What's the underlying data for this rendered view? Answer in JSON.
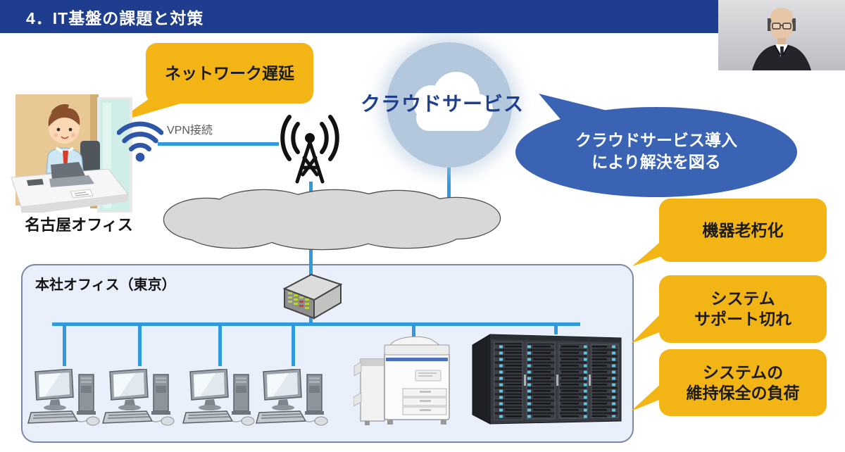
{
  "header": {
    "title": "4．IT基盤の課題と対策"
  },
  "webcam": {
    "description": "presenter video feed"
  },
  "nagoya_office": {
    "label": "名古屋オフィス",
    "issue_callout": "ネットワーク遅延",
    "vpn_label": "VPN接続"
  },
  "cloud": {
    "service_label": "クラウドサービス",
    "solution": {
      "line1": "クラウドサービス導入",
      "line2": "により解決を図る"
    }
  },
  "head_office": {
    "label": "本社オフィス（東京）"
  },
  "issues": [
    {
      "line1": "機器老朽化",
      "line2": ""
    },
    {
      "line1": "システム",
      "line2": "サポート切れ"
    },
    {
      "line1": "システムの",
      "line2": "維持保全の負荷"
    }
  ],
  "icons": {
    "wifi": "wifi-icon",
    "antenna": "radio-tower-icon",
    "cloud_service": "cloud-icon",
    "wan": "network-cloud-shape",
    "router": "router-icon",
    "desktop_pc": "desktop-pc-icon",
    "printer": "copier-printer-icon",
    "server": "server-rack-icon"
  },
  "colors": {
    "header_bg": "#1e3d8f",
    "callout_yellow": "#f3b515",
    "solution_bubble_blue": "#3a63b4",
    "connector_blue": "#2f9ade",
    "wan_cloud_gray": "#d8d8d8",
    "office_box_bg": "#eaeffc",
    "cloud_service_text": "#1f3f8f"
  }
}
